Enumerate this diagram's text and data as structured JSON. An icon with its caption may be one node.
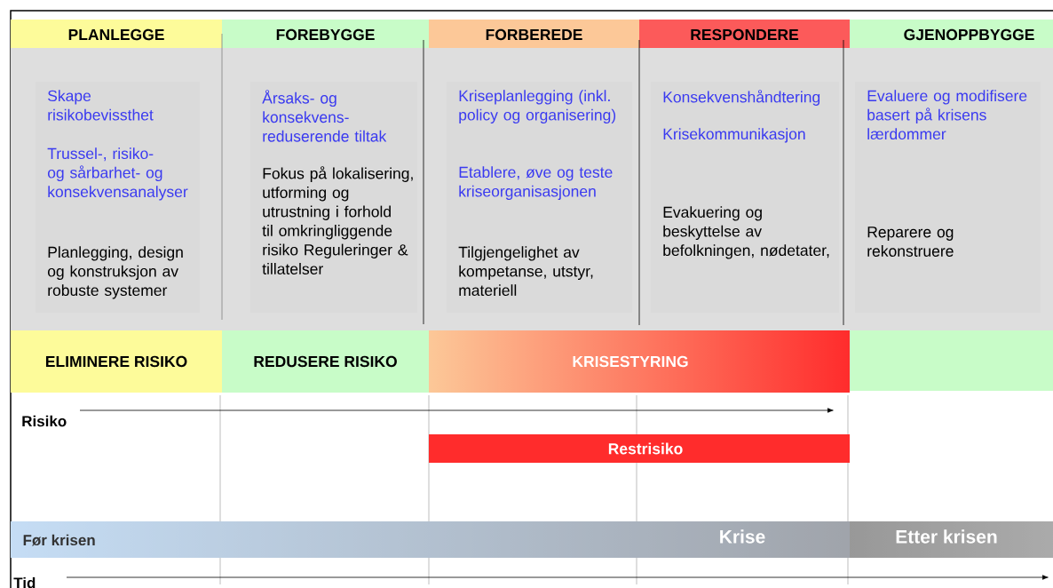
{
  "diagram": {
    "nodes": [
      {
        "text": [
          "PLANLEGGE"
        ]
      },
      {
        "text": [
          "FOREBYGGE"
        ]
      },
      {
        "text": [
          "FORBEREDE"
        ]
      },
      {
        "text": [
          "RESPONDERE"
        ]
      },
      {
        "text": [
          "GJENOPPBYGGE"
        ]
      },
      {
        "text": [
          "Skape risikobevissthet",
          "Trussel-, risiko- og sårbarhet- og konsekvensanalyser",
          "Planlegging, design og konstruksjon av robuste systemer"
        ]
      },
      {
        "text": [
          "Årsaks- og konsekvens-reduserende tiltak",
          "Fokus på lokalisering, utforming og utrustning i forhold til omkringliggende risiko Reguleringer & tillatelser"
        ]
      },
      {
        "text": [
          "Kriseplanlegging (inkl. policy og organisering)",
          "Etablere, øve og teste kriseorganisasjonen",
          "Tilgjengelighet av kompetanse, utstyr, materiell"
        ]
      },
      {
        "text": [
          "Konsekvenshåndtering",
          "Krisekommunikasjon",
          "Evakuering og beskyttelse av befolkningen, nødetater,"
        ]
      },
      {
        "text": [
          "Evaluere og modifisere basert på krisens lærdommer",
          "Reparere og rekonstruere"
        ]
      },
      {
        "text": [
          "ELIMINERE RISIKO"
        ]
      },
      {
        "text": [
          "REDUSERE RISIKO"
        ]
      },
      {
        "text": [
          "KRISESTYRING"
        ]
      },
      {
        "text": [],
        "shape": "box"
      },
      {
        "text": [
          "Restrisiko"
        ]
      },
      {
        "text": [
          "Før krisen",
          "Krise",
          "Etter krisen"
        ]
      }
    ],
    "labels": [
      "Risiko",
      "Tid"
    ]
  }
}
